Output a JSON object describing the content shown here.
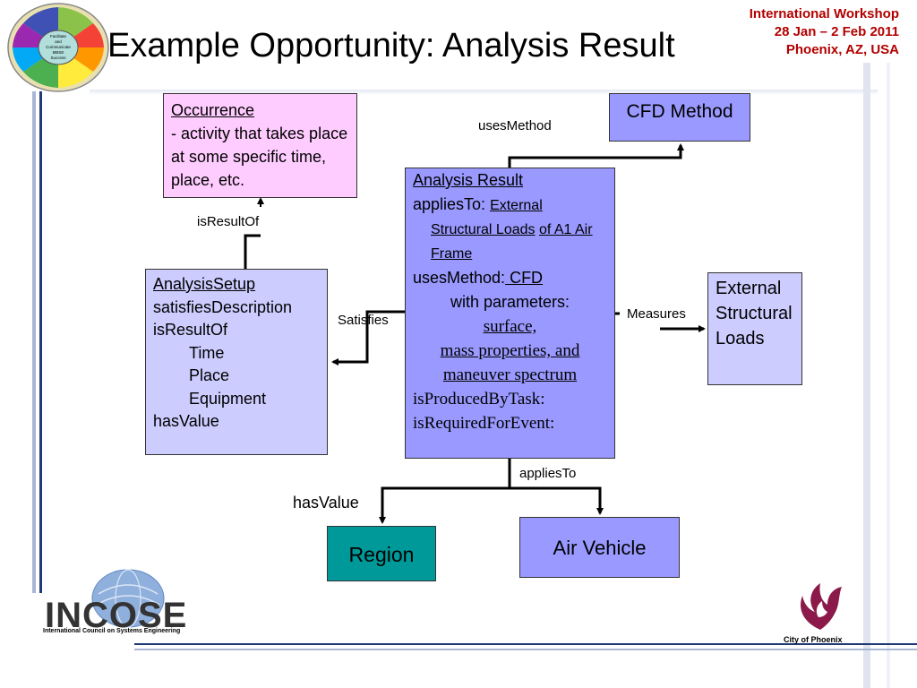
{
  "slide": {
    "title": "Example Opportunity: Analysis Result",
    "workshop": {
      "line1": "International Workshop",
      "line2": "28 Jan – 2 Feb 2011",
      "line3": "Phoenix, AZ, USA"
    }
  },
  "wheel": {
    "center_line1": "Facilitate",
    "center_line2": "and",
    "center_line3": "Communicate",
    "center_line4": "MBSE",
    "center_line5": "Success"
  },
  "boxes": {
    "occurrence": {
      "title": "Occurrence",
      "line1": "- activity that takes place",
      "line2": "at some specific time,",
      "line3": "place, etc."
    },
    "analysis_setup": {
      "title": "AnalysisSetup",
      "line1": "satisfiesDescription",
      "line2": "isResultOf",
      "line3": "Time",
      "line4": "Place",
      "line5": "Equipment",
      "line6": "hasValue"
    },
    "analysis_result": {
      "title": "Analysis Result",
      "applies_prefix": "appliesTo: ",
      "applies_link1": "External",
      "applies_link2": "Structural Loads",
      "applies_of": "of A1 Air",
      "applies_frame": "Frame",
      "uses_prefix": "usesMethod:",
      "uses_link": " CFD",
      "with_params": "with parameters:",
      "param1": "surface,",
      "param2": "mass properties, and",
      "param3": "maneuver spectrum",
      "produced": "isProducedByTask:",
      "required": "isRequiredForEvent:"
    },
    "cfd_method": "CFD Method",
    "external_loads": {
      "line1": "External",
      "line2": "Structural",
      "line3": "Loads"
    },
    "region": "Region",
    "air_vehicle": "Air Vehicle"
  },
  "edges": {
    "uses_method": "usesMethod",
    "is_result_of": "isResultOf",
    "satisfies": "Satisfies",
    "measures": "Measures",
    "applies_to": "appliesTo",
    "has_value": "hasValue"
  },
  "logos": {
    "incose": "INCOSE",
    "incose_sub": "International Council on Systems Engineering",
    "phoenix": "City of Phoenix"
  },
  "colors": {
    "title_accent": "#b30000",
    "occurrence_fill": "#ffccff",
    "setup_fill": "#ccccff",
    "result_fill": "#9999ff",
    "region_fill": "#009999"
  }
}
